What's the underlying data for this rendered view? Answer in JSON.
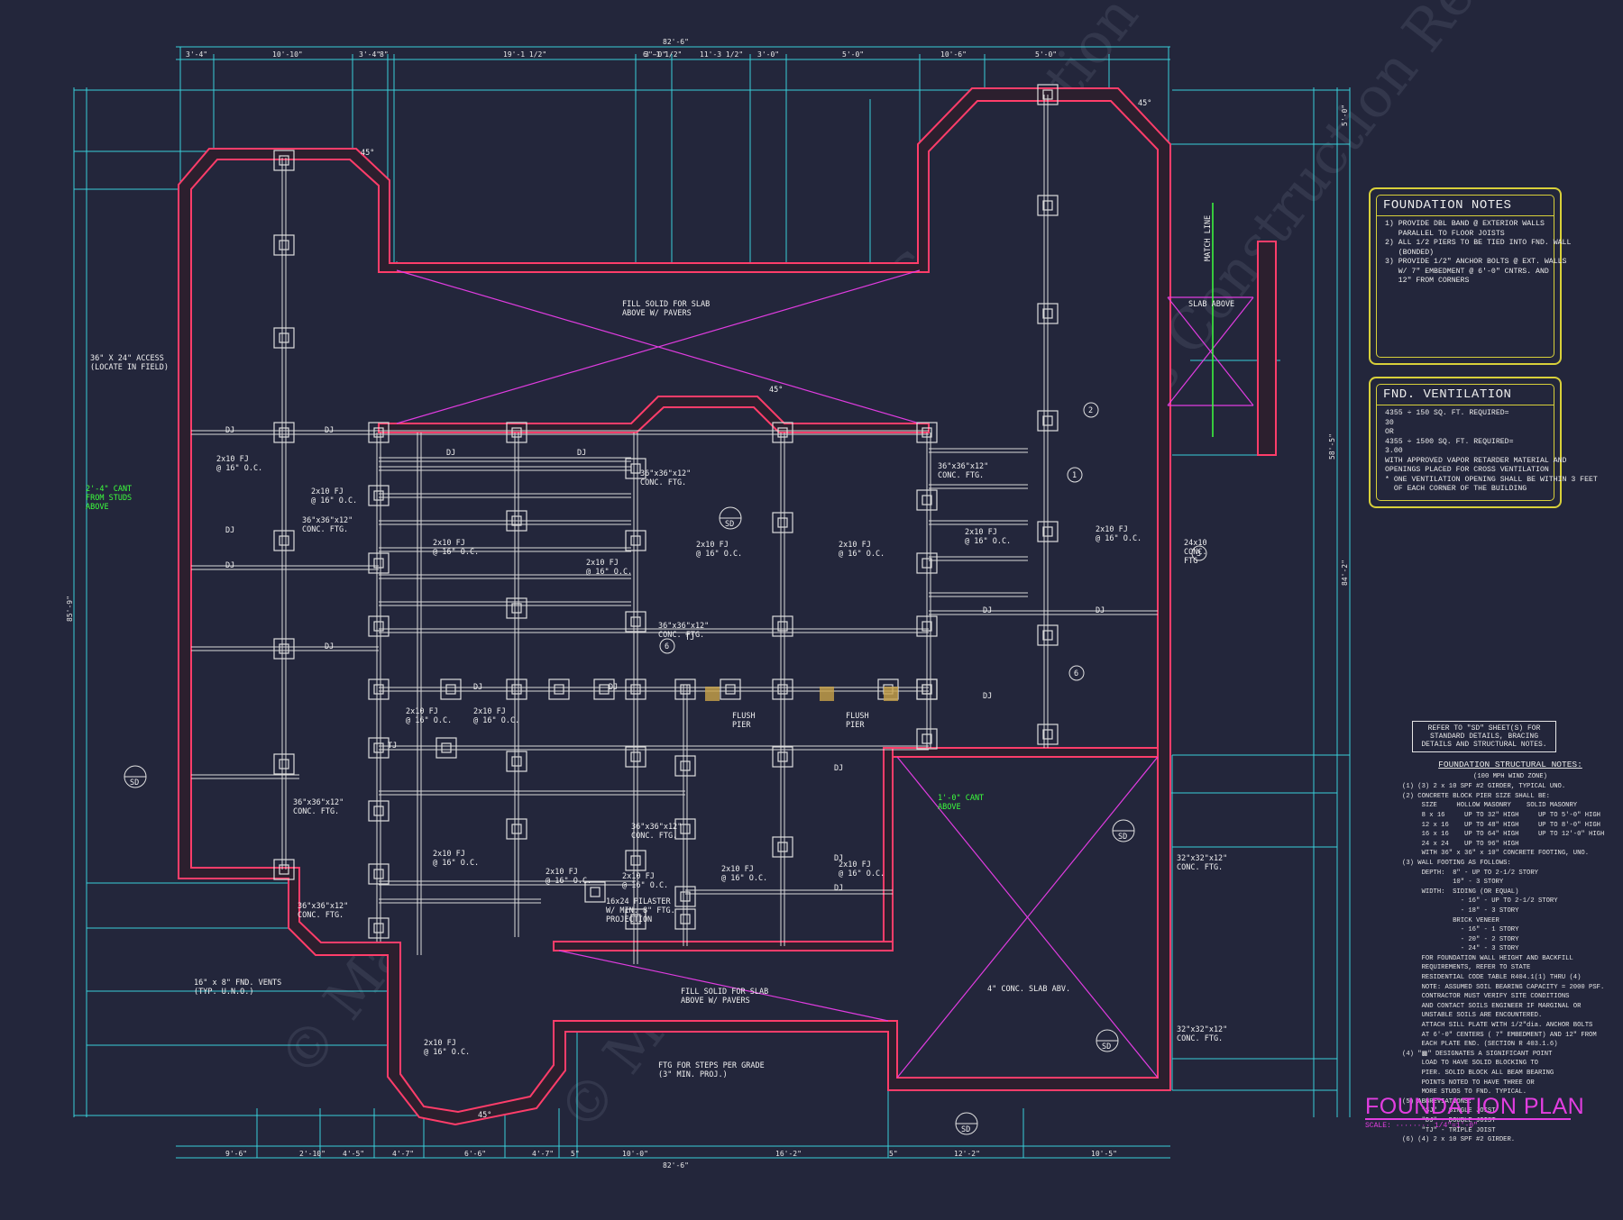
{
  "title": "FOUNDATION PLAN",
  "scale_label": "SCALE:",
  "scale_value": "1/4\"=1'-0\"",
  "foundation_notes": {
    "heading": "FOUNDATION NOTES",
    "items": [
      "1) PROVIDE DBL BAND @ EXTERIOR WALLS",
      "   PARALLEL TO FLOOR JOISTS",
      "2) ALL 1/2 PIERS TO BE TIED INTO FND. WALL",
      "   (BONDED)",
      "3) PROVIDE 1/2\" ANCHOR BOLTS @ EXT. WALLS",
      "   W/ 7\" EMBEDMENT @ 6'-0\" CNTRS. AND",
      "   12\" FROM CORNERS"
    ]
  },
  "ventilation": {
    "heading": "FND. VENTILATION",
    "items": [
      "4355 ÷ 150 SQ. FT. REQUIRED=",
      "30",
      "OR",
      "4355 ÷ 1500 SQ. FT. REQUIRED=",
      "3.00",
      "WITH APPROVED VAPOR RETARDER MATERIAL AND",
      "OPENINGS PLACED FOR CROSS VENTILATION",
      "",
      "* ONE VENTILATION OPENING SHALL BE WITHIN 3 FEET",
      "  OF EACH CORNER OF THE BUILDING"
    ]
  },
  "refer_note": "REFER TO \"SD\" SHEET(S) FOR STANDARD DETAILS, BRACING DETAILS AND STRUCTURAL NOTES.",
  "structural_notes": {
    "heading": "FOUNDATION STRUCTURAL NOTES:",
    "subheading": "(100 MPH WIND ZONE)",
    "items": [
      "(1) (3) 2 x 10 SPF #2 GIRDER, TYPICAL UNO.",
      "(2) CONCRETE BLOCK PIER SIZE SHALL BE:",
      "     SIZE     HOLLOW MASONRY    SOLID MASONRY",
      "     8 x 16     UP TO 32\" HIGH     UP TO 5'-0\" HIGH",
      "     12 x 16    UP TO 48\" HIGH     UP TO 8'-0\" HIGH",
      "     16 x 16    UP TO 64\" HIGH     UP TO 12'-0\" HIGH",
      "     24 x 24    UP TO 96\" HIGH",
      "     WITH 36\" x 36\" x 10\" CONCRETE FOOTING, UNO.",
      "(3) WALL FOOTING AS FOLLOWS:",
      "     DEPTH:  8\" - UP TO 2-1/2 STORY",
      "             10\" - 3 STORY",
      "     WIDTH:  SIDING (OR EQUAL)",
      "               - 16\" - UP TO 2-1/2 STORY",
      "               - 18\" - 3 STORY",
      "             BRICK VENEER",
      "               - 16\" - 1 STORY",
      "               - 20\" - 2 STORY",
      "               - 24\" - 3 STORY",
      "     FOR FOUNDATION WALL HEIGHT AND BACKFILL",
      "     REQUIREMENTS, REFER TO STATE",
      "     RESIDENTIAL CODE TABLE R404.1(1) THRU (4)",
      "     NOTE: ASSUMED SOIL BEARING CAPACITY = 2000 PSF.",
      "     CONTRACTOR MUST VERIFY SITE CONDITIONS",
      "     AND CONTACT SOILS ENGINEER IF MARGINAL OR",
      "     UNSTABLE SOILS ARE ENCOUNTERED.",
      "     ATTACH SILL PLATE WITH 1/2\"dia. ANCHOR BOLTS",
      "     AT 6'-0\" CENTERS ( 7\" EMBEDMENT) AND 12\" FROM",
      "     EACH PLATE END. (SECTION R 403.1.6)",
      "(4) \"▩\" DESIGNATES A SIGNIFICANT POINT",
      "     LOAD TO HAVE SOLID BLOCKING TO",
      "     PIER. SOLID BLOCK ALL BEAM BEARING",
      "     POINTS NOTED TO HAVE THREE OR",
      "     MORE STUDS TO FND. TYPICAL.",
      "(5) ABBREVIATIONS:",
      "     \"SJ\" - SINGLE JOIST",
      "     \"DJ\" - DOUBLE JOIST",
      "     \"TJ\" - TRIPLE JOIST",
      "(6) (4) 2 x 10 SPF #2 GIRDER."
    ]
  },
  "dimensions": {
    "top_overall": "82'-6\"",
    "top_row": [
      "3'-4\"",
      "10'-10\"",
      "3'-4\"",
      "8\"",
      "19'-1 1/2\"",
      "6'-1 1/2\"",
      "11'-3 1/2\"",
      "5'-0\"",
      "10'-6\"",
      "5'-0\""
    ],
    "top_row2": [
      "3'-0\"",
      "3'-0\""
    ],
    "bottom_overall": "82'-6\"",
    "bottom_row": [
      "9'-6\"",
      "2'-10\"",
      "4'-5\"",
      "4'-7\"",
      "6'-6\"",
      "4'-7\"",
      "5\"",
      "10'-0\"",
      "16'-2\"",
      "5\"",
      "12'-2\"",
      "10'-5\""
    ],
    "left_overall": "85'-9\"",
    "right_overall": "84'-2\"",
    "right_a": "58'-5\"",
    "right_b": "5'-0\""
  },
  "labels": {
    "fill_solid_top": "FILL SOLID FOR SLAB\nABOVE W/ PAVERS",
    "fill_solid_bottom": "FILL SOLID FOR SLAB\nABOVE W/ PAVERS",
    "access": "36\" X 24\" ACCESS\n(LOCATE IN FIELD)",
    "cant_left": "2'-4\" CANT\nFROM STUDS\nABOVE",
    "cant_right": "1'-0\" CANT\nABOVE",
    "slab_above": "SLAB ABOVE",
    "match_line": "MATCH LINE",
    "vents": "16\" x 8\" FND. VENTS\n(TYP. U.N.O.)",
    "conc_slab": "4\" CONC. SLAB ABV.",
    "ftg_steps": "FTG FOR STEPS PER GRADE\n(3\" MIN. PROJ.)",
    "pilaster": "16x24 PILASTER\nW/ MIN. 8\" FTG.\nPROJECTION",
    "flush_pier": "FLUSH\nPIER",
    "conc_ftg_36": "36\"x36\"x12\"\nCONC. FTG.",
    "conc_ftg_32": "32\"x32\"x12\"\nCONC. FTG.",
    "conc_ftg_24": "24x10\nCONC.\nFTG",
    "fj": "2x10 FJ\n@ 16\" O.C.",
    "dj": "DJ",
    "sj": "SJ",
    "tj": "TJ",
    "deg45": "45°",
    "section_sd": "SD"
  },
  "watermark": "© Max Fulbright Designs — Plans Construction Ready"
}
